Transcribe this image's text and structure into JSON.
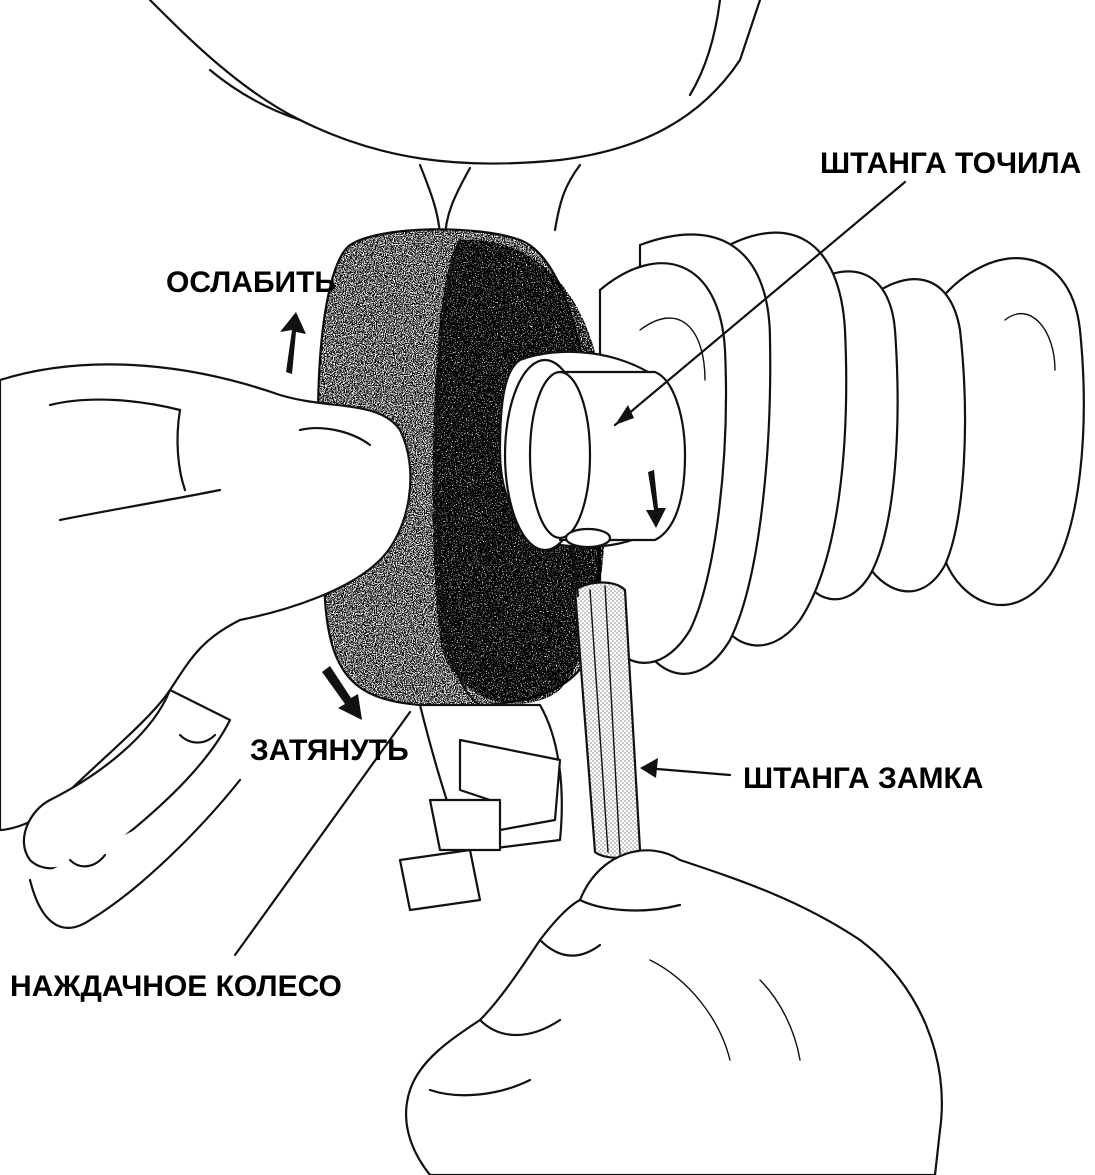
{
  "labels": {
    "sharpener_rod": "ШТАНГА ТОЧИЛА",
    "loosen": "ОСЛАБИТЬ",
    "tighten": "ЗАТЯНУТЬ",
    "lock_rod": "ШТАНГА ЗАМКА",
    "grinding_wheel": "НАЖДАЧНОЕ КОЛЕСО"
  },
  "colors": {
    "ink": "#111111",
    "background": "#ffffff",
    "wheel_speckle": "#000000",
    "rod_fill": "#d9d9d9"
  }
}
